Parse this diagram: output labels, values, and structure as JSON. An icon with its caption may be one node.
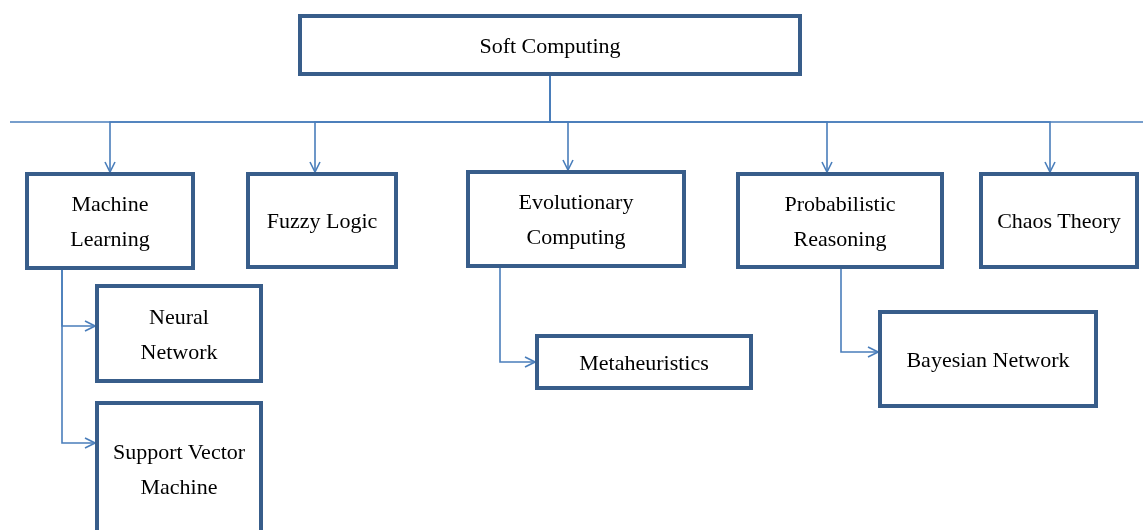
{
  "diagram": {
    "nodes": [
      {
        "text": [
          "Soft Computing"
        ]
      },
      {
        "text": [
          "Machine Learning"
        ]
      },
      {
        "text": [
          "Fuzzy Logic"
        ]
      },
      {
        "text": [
          "Evolutionary Computing"
        ]
      },
      {
        "text": [
          "Probabilistic Reasoning"
        ]
      },
      {
        "text": [
          "Chaos Theory"
        ]
      },
      {
        "text": [
          "Neural Network"
        ]
      },
      {
        "text": [
          "Metaheuristics"
        ]
      },
      {
        "text": [
          "Support Vector Machine"
        ]
      },
      {
        "text": [
          "Bayesian Network"
        ]
      }
    ],
    "edges": [
      {
        "from": 0,
        "to": 1,
        "arrow": "to"
      },
      {
        "from": 0,
        "to": 2,
        "arrow": "to"
      },
      {
        "from": 0,
        "to": 3,
        "arrow": "to"
      },
      {
        "from": 0,
        "to": 4,
        "arrow": "to"
      },
      {
        "from": 0,
        "to": 5,
        "arrow": "to"
      },
      {
        "from": 1,
        "to": 6,
        "arrow": "to"
      },
      {
        "from": 1,
        "to": 8,
        "arrow": "to"
      },
      {
        "from": 3,
        "to": 7,
        "arrow": "to"
      },
      {
        "from": 4,
        "to": 9,
        "arrow": "to"
      }
    ]
  }
}
